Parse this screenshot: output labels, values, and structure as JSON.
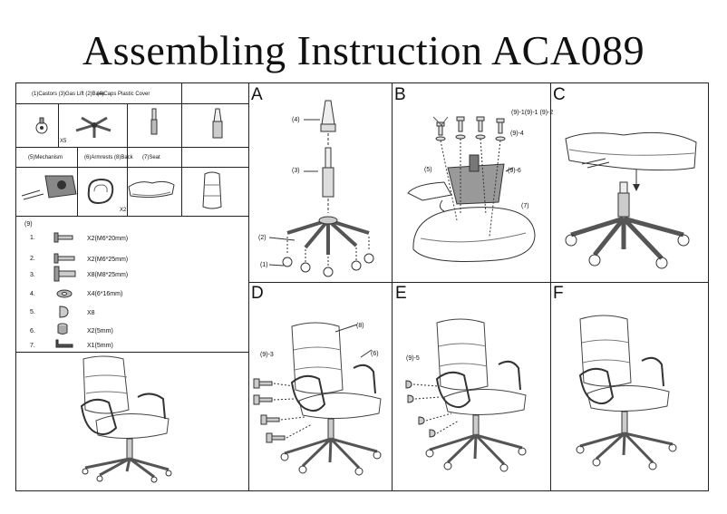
{
  "title": "Assembling Instruction ACA089",
  "parts_row1": {
    "castors_gaslift_label": "(1)Castors (3)Gas Lift (2)Base",
    "caps_label": "(4)Caps Plastic Cover",
    "castor_qty": "X5"
  },
  "parts_row2": {
    "mechanism_label": "(5)Mechanism",
    "armrests_label": "(6)Armrests (8)Back",
    "seat_label": "(7)Seat",
    "armrest_qty": "X2"
  },
  "hardware": {
    "group_label": "(9)",
    "items": [
      {
        "num": "1.",
        "spec": "X2(M6*20mm)"
      },
      {
        "num": "2.",
        "spec": "X2(M6*25mm)"
      },
      {
        "num": "3.",
        "spec": "X8(M8*25mm)"
      },
      {
        "num": "4.",
        "spec": "X4(6*16mm)"
      },
      {
        "num": "5.",
        "spec": "X8"
      },
      {
        "num": "6.",
        "spec": "X2(5mm)"
      },
      {
        "num": "7.",
        "spec": "X1(5mm)"
      }
    ]
  },
  "steps": {
    "a": {
      "letter": "A",
      "c4": "(4)",
      "c3": "(3)",
      "c2": "(2)",
      "c1": "(1)"
    },
    "b": {
      "letter": "B",
      "c91": "(9)-1(9)-1 (9)-2",
      "c94": "(9)-4",
      "c5": "(5)",
      "c96": "(9)-6",
      "c7": "(7)"
    },
    "c": {
      "letter": "C"
    },
    "d": {
      "letter": "D",
      "c8": "(8)",
      "c93": "(9)-3",
      "c6": "(6)"
    },
    "e": {
      "letter": "E",
      "c95": "(9)-5"
    },
    "f": {
      "letter": "F"
    }
  }
}
